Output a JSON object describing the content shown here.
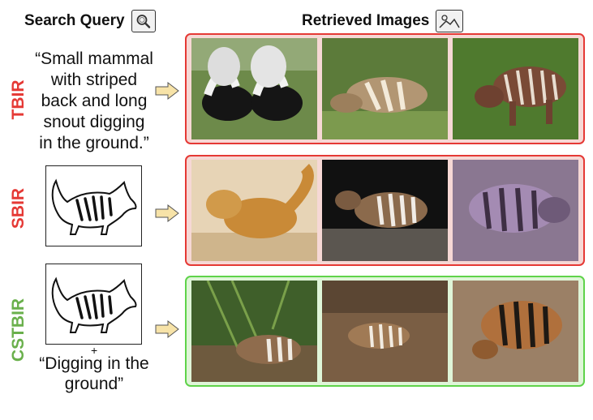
{
  "header": {
    "query_title": "Search Query",
    "query_icon": "magnifier-icon",
    "retrieved_title": "Retrieved Images",
    "retrieved_icon": "image-icon"
  },
  "rows": [
    {
      "label": "TBIR",
      "label_color": "#e53935",
      "query_lines": [
        "“Small mammal",
        "with striped",
        "back and long",
        "snout digging",
        "in the ground.”"
      ],
      "panel_color": "#e53935",
      "images": [
        "skunks-photo",
        "striped-rodent-photo",
        "tapir-calf-photo"
      ]
    },
    {
      "label": "SBIR",
      "label_color": "#e53935",
      "sketch": "numbat-sketch",
      "panel_color": "#e53935",
      "images": [
        "squirrel-photo",
        "numbat-photo",
        "aardwolf-photo"
      ]
    },
    {
      "label": "CSTBIR",
      "label_color": "#6ab04c",
      "sketch": "numbat-sketch",
      "plus": "+",
      "query_lines": [
        "“Digging in the",
        "ground”"
      ],
      "panel_color": "#5fd34a",
      "images": [
        "numbat-digging-photo-1",
        "numbat-digging-photo-2",
        "numbat-digging-photo-3"
      ]
    }
  ],
  "colors": {
    "red": "#e53935",
    "green": "#5fd34a",
    "arrow_fill": "#f7e3a8"
  }
}
